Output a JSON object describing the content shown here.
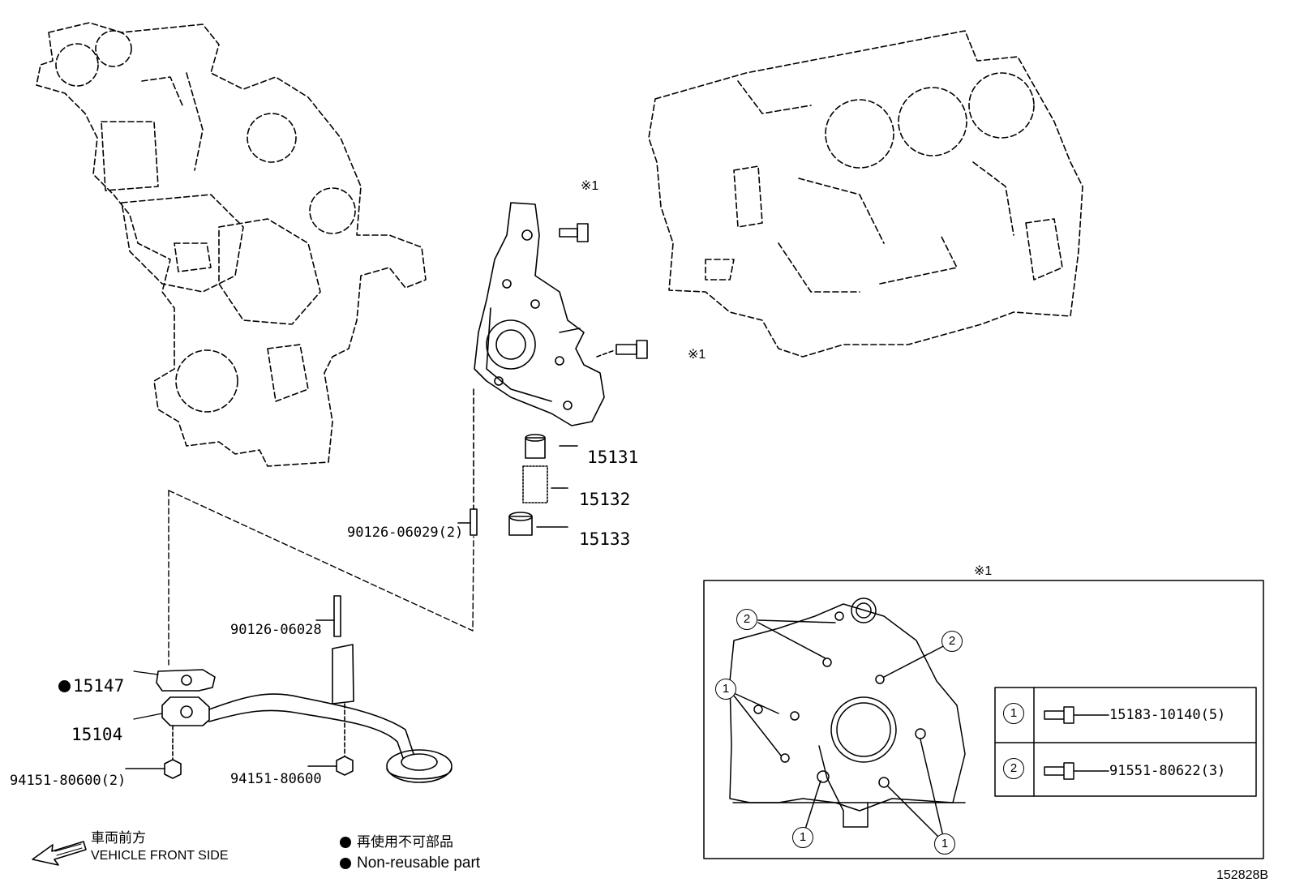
{
  "labels": {
    "p15131": "15131",
    "p15132": "15132",
    "p15133": "15133",
    "p15147": "15147",
    "p15104": "15104",
    "stud1": "90126-06029(2)",
    "stud2": "90126-06028",
    "nut1": "94151-80600(2)",
    "nut2": "94151-80600",
    "ref1": "※1",
    "ref2": "※1",
    "ref3": "※1"
  },
  "detail_table": [
    {
      "marker": "1",
      "part": "15183-10140(5)"
    },
    {
      "marker": "2",
      "part": "91551-80622(3)"
    }
  ],
  "markers": {
    "one": "1",
    "two": "2"
  },
  "legend": {
    "direction_jp": "車両前方",
    "direction_en": "VEHICLE FRONT SIDE",
    "nonreusable_jp": "再使用不可部品",
    "nonreusable_en": "Non-reusable part"
  },
  "illustration_id": "152828B"
}
